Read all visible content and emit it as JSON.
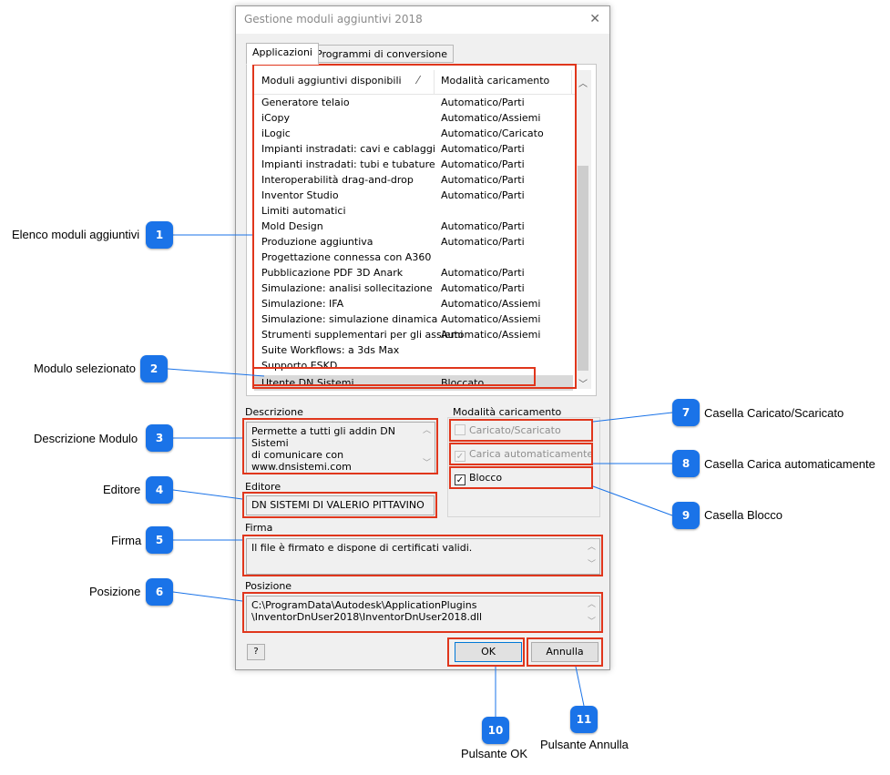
{
  "dialog": {
    "title": "Gestione moduli aggiuntivi 2018",
    "tabs": [
      "Applicazioni",
      "Programmi di conversione"
    ],
    "list": {
      "col1": "Moduli aggiuntivi disponibili",
      "col2": "Modalità caricamento",
      "rows": [
        [
          "Generatore telaio",
          "Automatico/Parti"
        ],
        [
          "iCopy",
          "Automatico/Assiemi"
        ],
        [
          "iLogic",
          "Automatico/Caricato"
        ],
        [
          "Impianti instradati: cavi e cablaggi",
          "Automatico/Parti"
        ],
        [
          "Impianti instradati: tubi e tubature",
          "Automatico/Parti"
        ],
        [
          "Interoperabilità drag-and-drop",
          "Automatico/Parti"
        ],
        [
          "Inventor Studio",
          "Automatico/Parti"
        ],
        [
          "Limiti automatici",
          ""
        ],
        [
          "Mold Design",
          "Automatico/Parti"
        ],
        [
          "Produzione aggiuntiva",
          "Automatico/Parti"
        ],
        [
          "Progettazione connessa con A360",
          ""
        ],
        [
          "Pubblicazione PDF 3D Anark",
          "Automatico/Parti"
        ],
        [
          "Simulazione: analisi sollecitazione",
          "Automatico/Parti"
        ],
        [
          "Simulazione: IFA",
          "Automatico/Assiemi"
        ],
        [
          "Simulazione: simulazione dinamica",
          "Automatico/Assiemi"
        ],
        [
          "Strumenti supplementari per gli assiemi",
          "Automatico/Assiemi"
        ],
        [
          "Suite Workflows: a 3ds Max",
          ""
        ],
        [
          "Supporto ESKD",
          ""
        ]
      ],
      "selected": [
        "Utente DN Sistemi",
        "Bloccato"
      ]
    },
    "descrizione": {
      "label": "Descrizione",
      "line1": "Permette a tutti gli addin DN Sistemi",
      "line2": "di comunicare con",
      "line3": "www.dnsistemi.com"
    },
    "editore": {
      "label": "Editore",
      "value": "DN SISTEMI DI VALERIO PITTAVINO"
    },
    "firma": {
      "label": "Firma",
      "value": "Il file è firmato e dispone di certificati validi."
    },
    "posizione": {
      "label": "Posizione",
      "line1": "C:\\ProgramData\\Autodesk\\ApplicationPlugins",
      "line2": "\\InventorDnUser2018\\InventorDnUser2018.dll"
    },
    "modalita": {
      "label": "Modalità caricamento",
      "caricato": "Caricato/Scaricato",
      "carica_auto": "Carica automaticamente",
      "blocco": "Blocco"
    },
    "ok": "OK",
    "annulla": "Annulla"
  },
  "callouts": [
    {
      "n": "1",
      "text": "Elenco moduli aggiuntivi"
    },
    {
      "n": "2",
      "text": "Modulo selezionato"
    },
    {
      "n": "3",
      "text": "Descrizione Modulo"
    },
    {
      "n": "4",
      "text": "Editore"
    },
    {
      "n": "5",
      "text": "Firma"
    },
    {
      "n": "6",
      "text": "Posizione"
    },
    {
      "n": "7",
      "text": "Casella Caricato/Scaricato"
    },
    {
      "n": "8",
      "text": "Casella Carica automaticamente"
    },
    {
      "n": "9",
      "text": "Casella Blocco"
    },
    {
      "n": "10",
      "text": "Pulsante OK"
    },
    {
      "n": "11",
      "text": "Pulsante Annulla"
    }
  ],
  "colors": {
    "highlight": "#e0361c",
    "badge": "#1a73e8",
    "line": "#1a73e8"
  }
}
